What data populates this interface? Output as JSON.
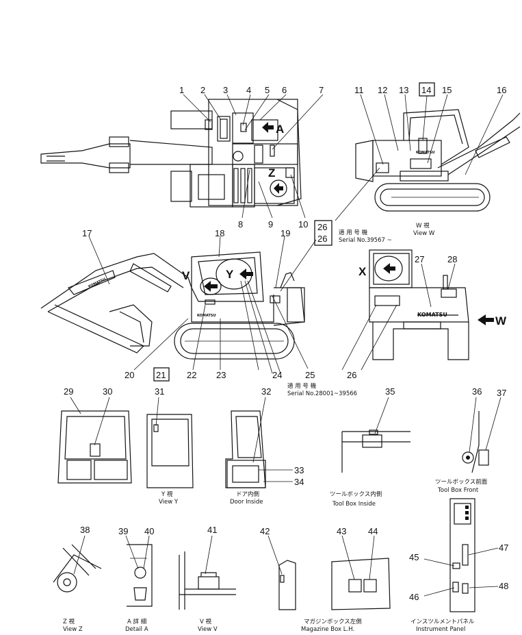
{
  "callouts": [
    "1",
    "2",
    "3",
    "4",
    "5",
    "6",
    "7",
    "8",
    "9",
    "10",
    "11",
    "12",
    "13",
    "14",
    "15",
    "16",
    "17",
    "18",
    "19",
    "20",
    "21",
    "22",
    "23",
    "24",
    "25",
    "26",
    "26",
    "26",
    "27",
    "28",
    "29",
    "30",
    "31",
    "32",
    "33",
    "34",
    "35",
    "36",
    "37",
    "38",
    "39",
    "40",
    "41",
    "42",
    "43",
    "44",
    "45",
    "46",
    "47",
    "48"
  ],
  "view_letters": {
    "a": "A",
    "z": "Z",
    "x": "X",
    "w": "W",
    "v": "V",
    "y": "Y"
  },
  "serial_notes": {
    "top_jp": "適 用 号 機",
    "top_en": "Serial No.39567 ~",
    "bottom_jp": "適 用 号 機",
    "bottom_en": "Serial No.28001~39566"
  },
  "captions": {
    "view_w_jp": "W 視",
    "view_w_en": "View W",
    "view_y_jp": "Y 視",
    "view_y_en": "View Y",
    "door_jp": "ドア内側",
    "door_en": "Door Inside",
    "toolbox_in_jp": "ツールボックス内側",
    "toolbox_in_en": "Tool Box Inside",
    "toolbox_front_jp": "ツールボックス前面",
    "toolbox_front_en": "Tool Box Front",
    "view_z_jp": "Z 視",
    "view_z_en": "View Z",
    "detail_a_jp": "A 詳 細",
    "detail_a_en": "Detail A",
    "view_v_jp": "V 視",
    "view_v_en": "View V",
    "magazine_jp": "マガジンボックス左側",
    "magazine_en": "Magazine Box L.H.",
    "instrument_jp": "インスツルメントパネル",
    "instrument_en": "Instrument Panel"
  },
  "brand_text": "KOMATSU"
}
